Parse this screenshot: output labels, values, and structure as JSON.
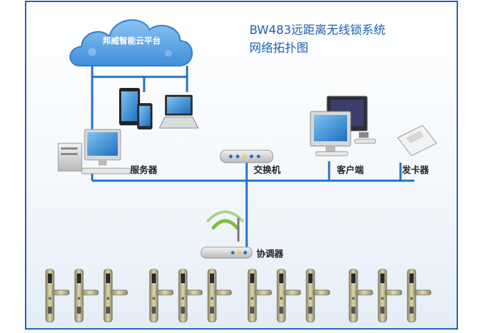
{
  "diagram": {
    "title_line1": "BW483远距离无线锁系统",
    "title_line2": "网络拓扑图",
    "cloud_label": "邦威智能云平台",
    "nodes": {
      "server": "服务器",
      "switch": "交换机",
      "client": "客户端",
      "card_issuer": "发卡器",
      "coordinator": "协调器"
    },
    "lock_groups": [
      3,
      3,
      3,
      3
    ],
    "colors": {
      "frame": "#1b5fb8",
      "network_line": "#1f6fc6",
      "cloud": "#5fa8e8",
      "title": "#1b5fb8",
      "lock_metal": "#c9c29a",
      "wifi": "#7cc23a"
    }
  }
}
